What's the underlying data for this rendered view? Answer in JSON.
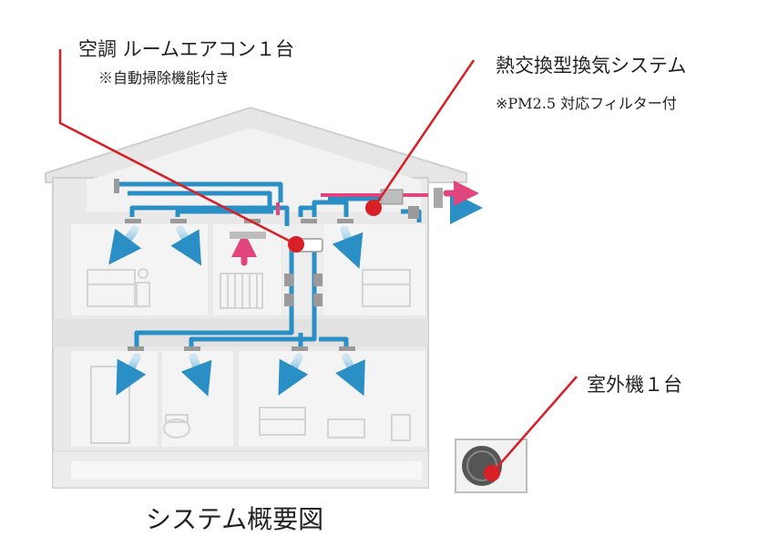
{
  "labels": {
    "aircon_main": "空調 ルームエアコン１台",
    "aircon_sub": "※自動掃除機能付き",
    "vent_main": "熱交換型換気システム",
    "vent_sub": "※PM2.5 対応フィルター付",
    "outdoor_main": "室外機１台",
    "caption": "システム概要図"
  },
  "colors": {
    "supply_duct": "#2a8fc4",
    "exhaust_duct": "#e0457e",
    "callout": "#d81f26",
    "house_wall": "#e9e9e9",
    "house_edge": "#cfcfcf",
    "room": "#f4f4f4"
  },
  "icons": [
    "aircon-unit-icon",
    "heat-exchanger-icon",
    "outdoor-unit-icon",
    "bed-icon",
    "sofa-icon",
    "toilet-icon",
    "radiator-icon",
    "airflow-arrow-icon"
  ]
}
